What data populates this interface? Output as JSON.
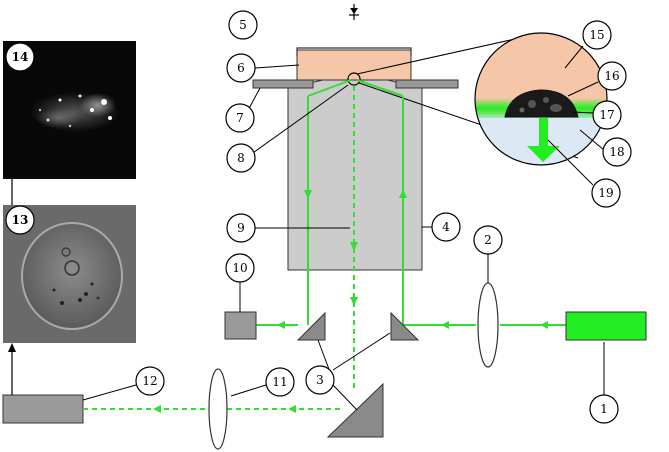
{
  "labels": {
    "n1": "1",
    "n2": "2",
    "n3": "3",
    "n4": "4",
    "n5": "5",
    "n6": "6",
    "n7": "7",
    "n8": "8",
    "n9": "9",
    "n10": "10",
    "n11": "11",
    "n12": "12",
    "n13": "13",
    "n14": "14",
    "n15": "15",
    "n16": "16",
    "n17": "17",
    "n18": "18",
    "n19": "19"
  },
  "colors": {
    "laser_green": "#22ee22",
    "beam_green": "#33dd33",
    "objective_gray": "#cccccc",
    "mirror_gray": "#8a8a8a",
    "sample_peach": "#f6c6a8",
    "medium_blue": "#dce8f4",
    "image_dark": "#080808",
    "image_bright": "#6a6a6a"
  }
}
